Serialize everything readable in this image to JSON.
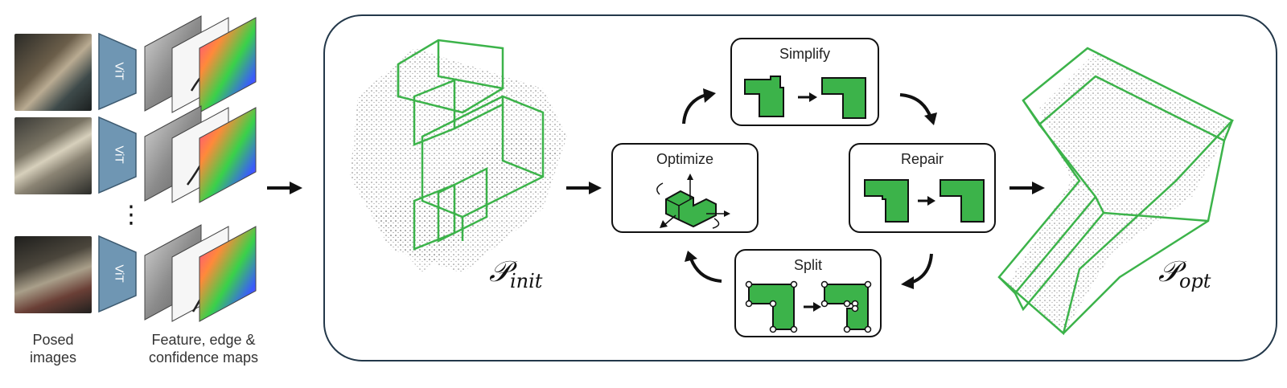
{
  "left": {
    "images_label_line1": "Posed",
    "images_label_line2": "images",
    "maps_label_line1": "Feature, edge &",
    "maps_label_line2": "confidence maps",
    "encoder_label": "ViT",
    "ellipsis": "⋮"
  },
  "loop": {
    "simplify_title": "Simplify",
    "optimize_title": "Optimize",
    "repair_title": "Repair",
    "split_title": "Split"
  },
  "labels": {
    "p_init_base": "𝒫",
    "p_init_sub": "init",
    "p_opt_base": "𝒫",
    "p_opt_sub": "opt"
  },
  "colors": {
    "vit_fill": "#6f96b3",
    "green": "#3cb34a",
    "panel_border": "#23384a"
  }
}
